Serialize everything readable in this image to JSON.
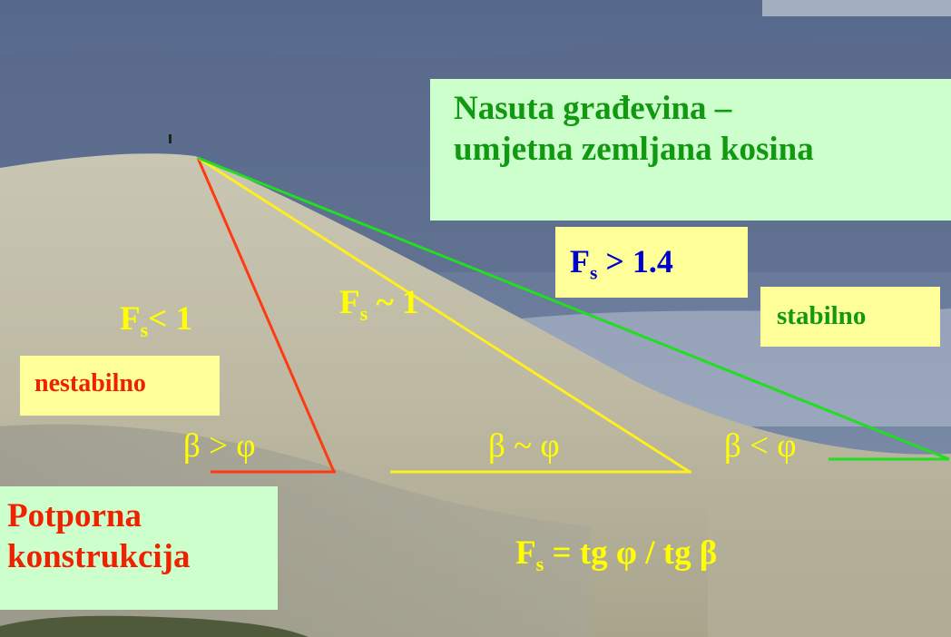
{
  "title": {
    "line1": "Nasuta građevina –",
    "line2": "umjetna zemljana kosina"
  },
  "labels": {
    "fs_high": {
      "main": "F",
      "sub": "s",
      "rest": " > 1.4"
    },
    "fs_mid": {
      "main": "F",
      "sub": "s",
      "rest": " ~ 1"
    },
    "fs_low": {
      "main": "F",
      "sub": "s",
      "rest": "< 1"
    },
    "stable": "stabilno",
    "unstable": "nestabilno",
    "beta_gt_phi": "β > φ",
    "beta_sim_phi": "β ~ φ",
    "beta_lt_phi": "β < φ",
    "formula": {
      "main": "F",
      "sub": "s",
      "rest": " = tg φ / tg β"
    },
    "retaining_line1": "Potporna",
    "retaining_line2": "konstrukcija"
  },
  "colors": {
    "steep_slope": "#ff3a12",
    "medium_slope": "#ffee22",
    "gentle_slope": "#22dd22",
    "box_green": "#ccffcc",
    "box_yellow": "#ffff99",
    "text_green": "#119911",
    "text_blue": "#0000cc",
    "text_red": "#ee2200",
    "text_yellow": "#ffff00"
  }
}
